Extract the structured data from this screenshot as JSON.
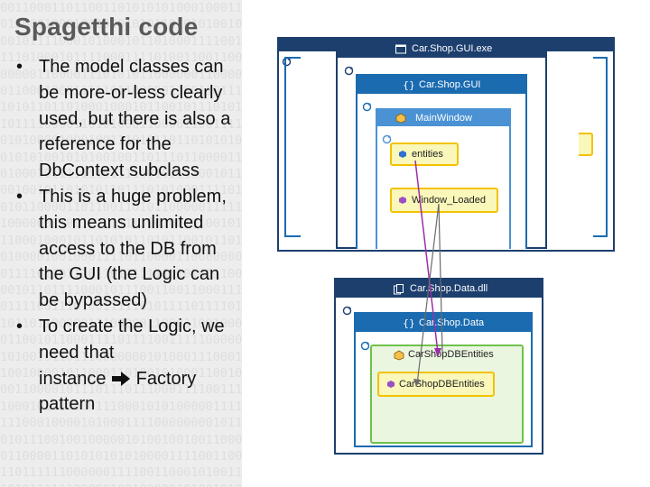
{
  "slide": {
    "title": "Spagetthi code",
    "bullets": [
      "The model classes can be more-or-less clearly used, but there is also a reference for the DbContext subclass",
      "This is a huge problem, this means unlimited access to the DB from the GUI (the Logic can be bypassed)",
      "To create the Logic, we need that"
    ],
    "bullet3_word": "instance",
    "bullet3_tail": "Factory pattern"
  },
  "diagram": {
    "gui_assembly": "Car.Shop.GUI.exe",
    "gui_namespace": "Car.Shop.GUI",
    "gui_class": "MainWindow",
    "gui_field": "entities",
    "gui_method": "Window_Loaded",
    "data_assembly": "Car.Shop.Data.dll",
    "data_namespace": "Car.Shop.Data",
    "data_class": "CarShopDBEntities",
    "data_ctor": "CarShopDBEntities"
  },
  "colors": {
    "assembly_header": "#1c3f6e",
    "namespace_header": "#1a6bb0",
    "class_header": "#4a92d4",
    "highlight_yellow": "#f2c200",
    "highlight_green": "#6fc24c",
    "arrow_purple": "#9b2fa8"
  }
}
